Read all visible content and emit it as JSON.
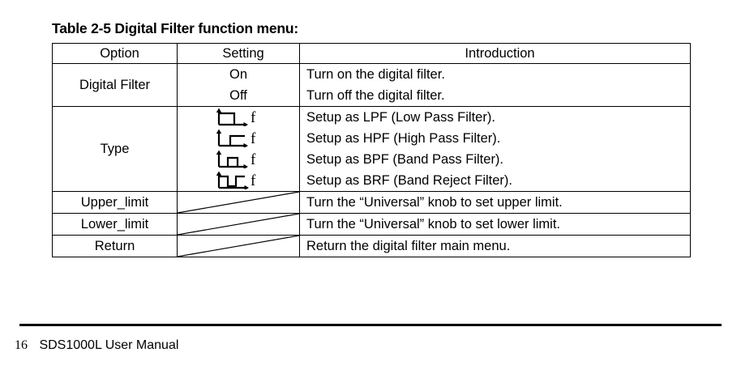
{
  "document": {
    "caption": "Table 2-5 Digital Filter function menu:"
  },
  "table": {
    "headers": {
      "option": "Option",
      "setting": "Setting",
      "introduction": "Introduction"
    },
    "rows": [
      {
        "option": "Digital Filter",
        "settings": [
          "On",
          "Off"
        ],
        "introductions": [
          "Turn on the digital filter.",
          "Turn off the digital filter."
        ],
        "setting_kind": "text"
      },
      {
        "option": "Type",
        "settings": [
          "lowpass-filter-response-icon",
          "highpass-filter-response-icon",
          "bandpass-filter-response-icon",
          "bandreject-filter-response-icon"
        ],
        "setting_labels": [
          "f",
          "f",
          "f",
          "f"
        ],
        "introductions": [
          "Setup as LPF (Low Pass Filter).",
          "Setup as HPF (High Pass Filter).",
          "Setup as BPF (Band Pass Filter).",
          "Setup as BRF (Band Reject Filter)."
        ],
        "setting_kind": "icon"
      },
      {
        "option": "Upper_limit",
        "settings": [],
        "introductions": [
          "Turn the “Universal” knob to set upper limit."
        ],
        "setting_kind": "slash"
      },
      {
        "option": "Lower_limit",
        "settings": [],
        "introductions": [
          "Turn the “Universal” knob to set lower limit."
        ],
        "setting_kind": "slash"
      },
      {
        "option": "Return",
        "settings": [],
        "introductions": [
          "Return the digital filter main menu."
        ],
        "setting_kind": "slash"
      }
    ]
  },
  "footer": {
    "page_number": "16",
    "manual_title": "SDS1000L User Manual"
  },
  "colors": {
    "text": "#000000",
    "background": "#ffffff",
    "rule": "#000000"
  }
}
